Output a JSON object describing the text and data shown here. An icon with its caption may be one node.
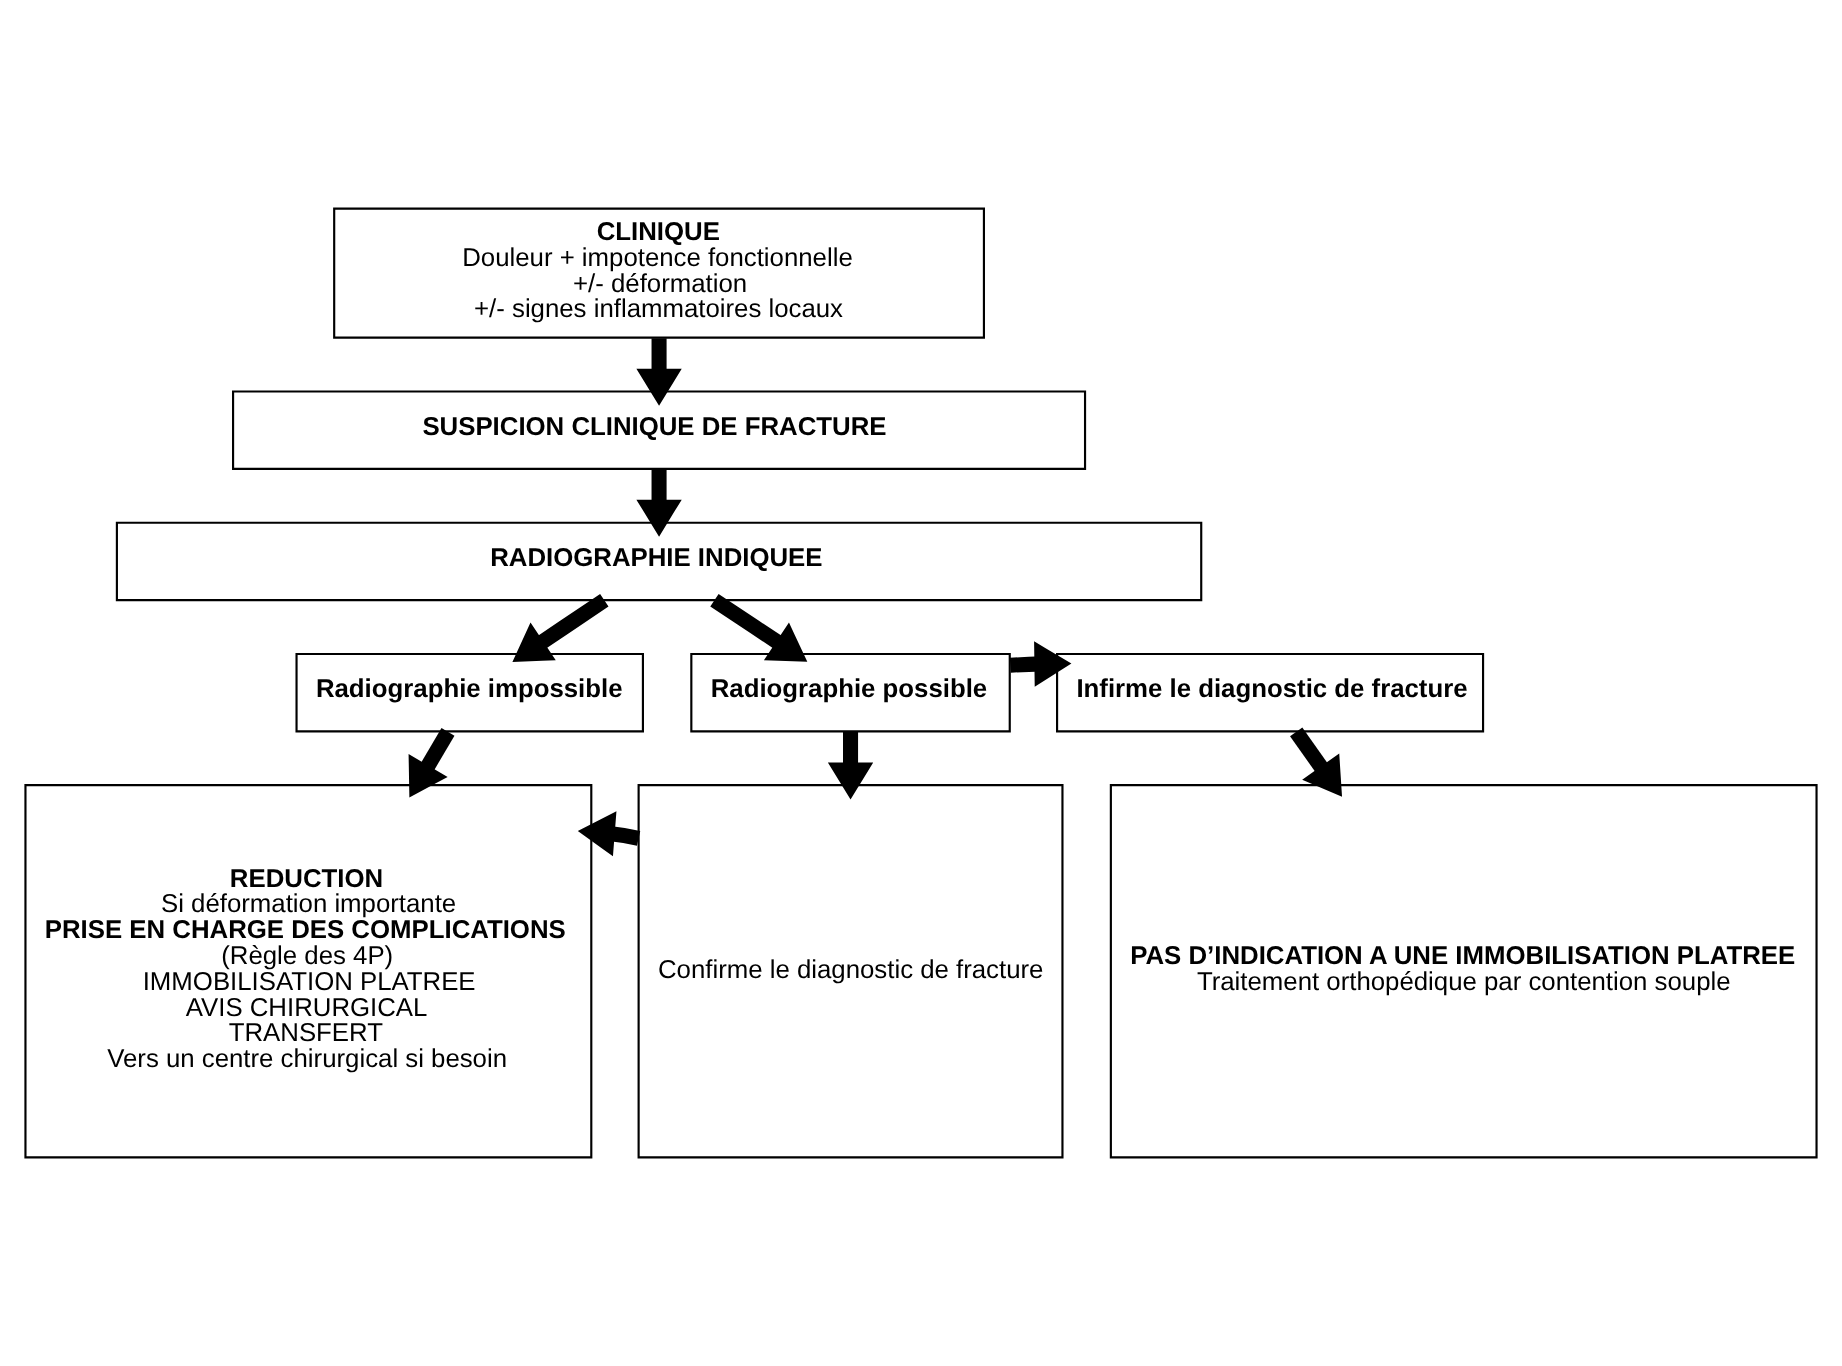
{
  "diagram": {
    "nodes": [
      {
        "text": [
          "**CLINIQUE**",
          "Douleur + impotence fonctionnelle",
          "+/- déformation",
          "+/- signes inflammatoires locaux"
        ]
      },
      {
        "text": [
          "**SUSPICION CLINIQUE DE FRACTURE**"
        ]
      },
      {
        "text": [
          "**RADIOGRAPHIE INDIQUEE**"
        ]
      },
      {
        "text": [
          "**Radiographie impossible**"
        ]
      },
      {
        "text": [
          "**Radiographie possible**"
        ]
      },
      {
        "text": [
          "**Infirme le diagnostic de fracture**"
        ]
      },
      {
        "text": [
          "**REDUCTION**",
          "Si déformation importante",
          "**PRISE EN CHARGE DES COMPLICATIONS**",
          "(Règle des 4P)",
          "IMMOBILISATION PLATREE",
          "AVIS CHIRURGICAL",
          "TRANSFERT",
          "Vers un centre chirurgical si besoin"
        ]
      },
      {
        "text": [
          "Confirme le diagnostic de fracture"
        ]
      },
      {
        "text": [
          "**PAS D’INDICATION A UNE IMMOBILISATION PLATREE**",
          "Traitement orthopédique par contention souple"
        ]
      }
    ],
    "edges": [
      {
        "from": 0,
        "to": 1,
        "arrow": "to"
      },
      {
        "from": 1,
        "to": 2,
        "arrow": "to"
      },
      {
        "from": 2,
        "to": 3,
        "arrow": "to"
      },
      {
        "from": 2,
        "to": 4,
        "arrow": "to"
      },
      {
        "from": 4,
        "to": 5,
        "arrow": "to"
      },
      {
        "from": 3,
        "to": 6,
        "arrow": "to"
      },
      {
        "from": 4,
        "to": 7,
        "arrow": "to"
      },
      {
        "from": 5,
        "to": 8,
        "arrow": "to"
      },
      {
        "from": 7,
        "to": 6,
        "arrow": "to"
      }
    ]
  }
}
